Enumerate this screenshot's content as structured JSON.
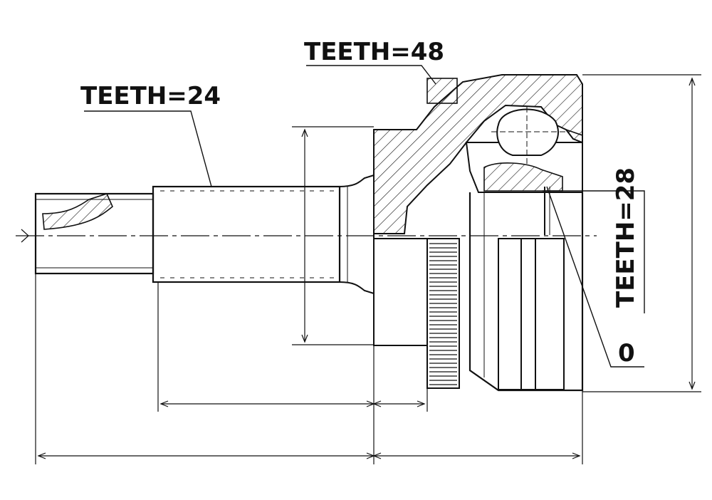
{
  "labels": {
    "teeth_48": "TEETH=48",
    "teeth_24": "TEETH=24",
    "teeth_28": "TEETH=28",
    "o_ring": "0"
  },
  "colors": {
    "ink": "#111111",
    "paper": "#ffffff"
  }
}
